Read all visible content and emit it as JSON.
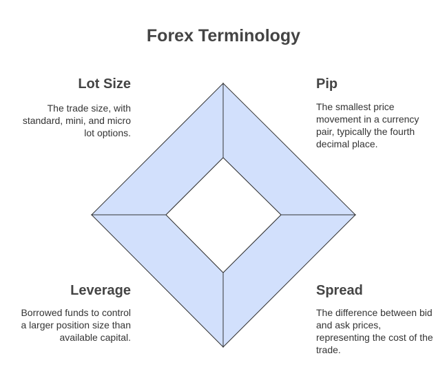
{
  "title": "Forex Terminology",
  "colors": {
    "fill": "#d2e0fc",
    "stroke": "#333333"
  },
  "items": [
    {
      "heading": "Lot Size",
      "description": "The trade size, with standard, mini, and micro lot options."
    },
    {
      "heading": "Pip",
      "description": "The smallest price movement in a currency pair, typically the fourth decimal place."
    },
    {
      "heading": "Leverage",
      "description": "Borrowed funds to control a larger position size than available capital."
    },
    {
      "heading": "Spread",
      "description": "The difference between bid and ask prices, representing the cost of the trade."
    }
  ]
}
